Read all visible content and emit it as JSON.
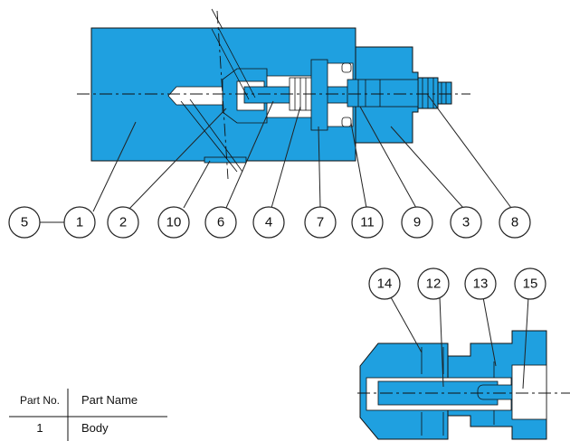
{
  "callouts_main": [
    "5",
    "1",
    "2",
    "10",
    "6",
    "4",
    "7",
    "11",
    "9",
    "3",
    "8"
  ],
  "callouts_detail": [
    "14",
    "12",
    "13",
    "15"
  ],
  "parts_table": {
    "header_no": "Part No.",
    "header_name": "Part Name",
    "rows": [
      {
        "no": "1",
        "name": "Body"
      }
    ]
  },
  "colors": {
    "part_fill": "#1fa0e0",
    "line": "#111111",
    "background": "#ffffff"
  }
}
